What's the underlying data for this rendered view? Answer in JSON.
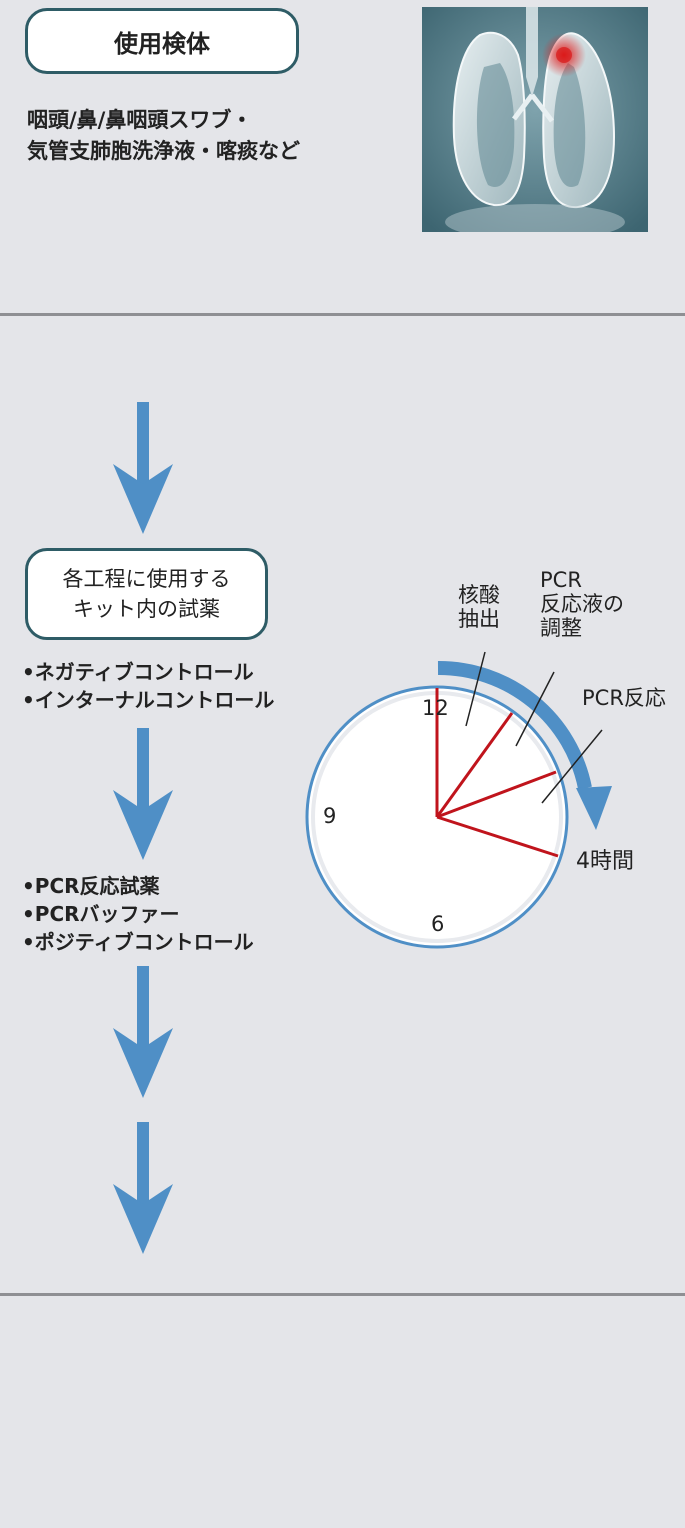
{
  "specimen": {
    "badge": "使用検体",
    "lines": [
      "咽頭/鼻/鼻咽頭スワブ・",
      "気管支肺胞洗浄液・喀痰など"
    ],
    "image_icon": "lungs-image"
  },
  "reagents": {
    "badge_lines": [
      "各工程に使用する",
      "キット内の試薬"
    ],
    "group1": [
      "•ネガティブコントロール",
      "•インターナルコントロール"
    ],
    "group2": [
      "•PCR反応試薬",
      "•PCRバッファー",
      "•ポジティブコントロール"
    ]
  },
  "clock": {
    "numbers": {
      "twelve": "12",
      "nine": "9",
      "six": "6"
    },
    "labels": {
      "extraction": [
        "核酸",
        "抽出"
      ],
      "prep": [
        "PCR",
        "反応液の",
        "調整"
      ],
      "reaction": "PCR反応",
      "total": "4時間"
    }
  },
  "colors": {
    "arrow": "#4f8fc6",
    "border": "#2e5c66",
    "clock_hand": "#c0141c",
    "divider": "#8e8f93"
  }
}
